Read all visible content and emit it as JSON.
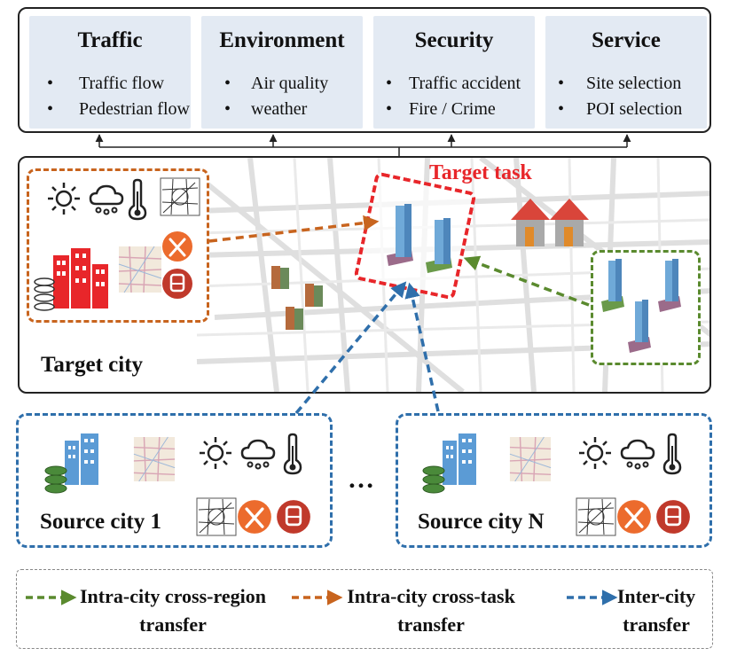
{
  "categories": [
    {
      "title": "Traffic",
      "items": [
        "Traffic flow",
        "Pedestrian flow"
      ]
    },
    {
      "title": "Environment",
      "items": [
        "Air quality",
        "weather"
      ]
    },
    {
      "title": "Security",
      "items": [
        "Traffic accident",
        "Fire / Crime"
      ]
    },
    {
      "title": "Service",
      "items": [
        "Site selection",
        "POI selection"
      ]
    }
  ],
  "bullet": "•",
  "target_task_label": "Target task",
  "target_city_label": "Target city",
  "source_cities": [
    "Source city 1",
    "Source city N"
  ],
  "ellipsis": "…",
  "legend": [
    {
      "line1": "Intra-city cross-region",
      "line2": "transfer",
      "color": "#5a8a2e"
    },
    {
      "line1": "Intra-city cross-task",
      "line2": "transfer",
      "color": "#c8641e"
    },
    {
      "line1": "Inter-city",
      "line2": "transfer",
      "color": "#2f6fab"
    }
  ],
  "colors": {
    "green": "#5a8a2e",
    "orange": "#c8641e",
    "blue": "#2f6fab",
    "red": "#e8262a"
  },
  "icons": [
    "sun-icon",
    "rain-cloud-icon",
    "thermometer-icon",
    "road-map-icon",
    "restaurant-icon",
    "train-icon",
    "building-icon",
    "database-icon",
    "house-icon",
    "skyscraper-icon"
  ]
}
